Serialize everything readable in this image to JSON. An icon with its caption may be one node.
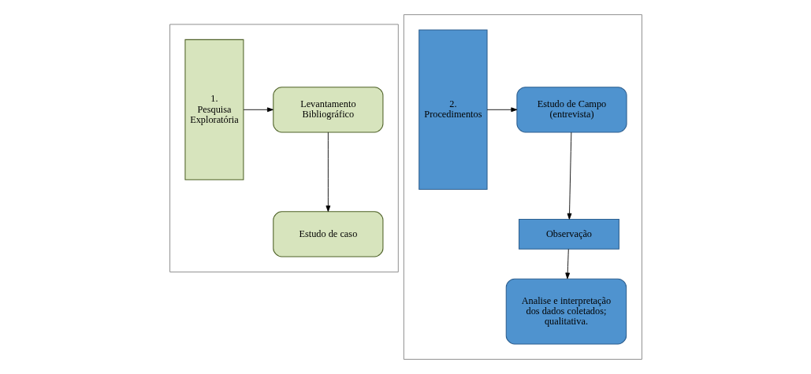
{
  "diagram": {
    "nodes": [
      {
        "text": [],
        "shape": "box"
      },
      {
        "text": [
          "1. Pesquisa Exploratória"
        ],
        "in": 0
      },
      {
        "text": [
          "Levantamento Bibliográfico"
        ],
        "in": 0
      },
      {
        "text": [
          "Estudo de caso"
        ],
        "in": 0
      },
      {
        "text": [],
        "shape": "box"
      },
      {
        "text": [
          "2. Procedimentos"
        ],
        "in": 4
      },
      {
        "text": [
          "Estudo de Campo (entrevista)"
        ],
        "in": 4
      },
      {
        "text": [
          "Observação"
        ],
        "in": 4
      },
      {
        "text": [
          "Analise e interpretação dos dados coletados; qualitativa."
        ],
        "in": 4
      }
    ],
    "edges": [
      {
        "from": 1,
        "to": 2,
        "arrow": "to"
      },
      {
        "from": 2,
        "to": 3,
        "arrow": "to"
      },
      {
        "from": 5,
        "to": 6,
        "arrow": "to"
      },
      {
        "from": 6,
        "to": 7,
        "arrow": "to"
      },
      {
        "from": 7,
        "to": 8,
        "arrow": "to"
      }
    ]
  }
}
